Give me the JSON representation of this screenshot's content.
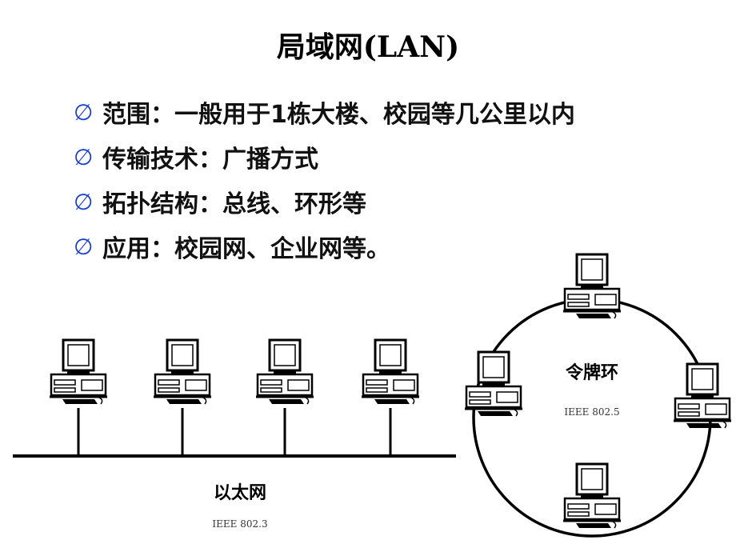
{
  "slide": {
    "title": "局域网(LAN)",
    "bullet_marker": "∅",
    "bullets": [
      "范围：一般用于1栋大楼、校园等几公里以内",
      "传输技术：广播方式",
      "拓扑结构：总线、环形等",
      "应用：校园网、企业网等。"
    ]
  },
  "ethernet": {
    "name": "以太网",
    "standard": "IEEE 802.3"
  },
  "token_ring": {
    "name": "令牌环",
    "standard": "IEEE 802.5"
  },
  "colors": {
    "bullet_marker": "#1a3fcf",
    "line": "#000000"
  }
}
